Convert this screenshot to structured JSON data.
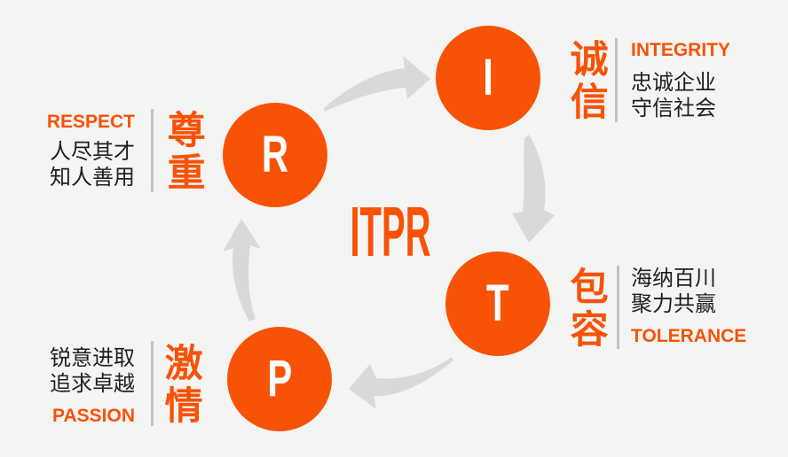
{
  "title": "ITPR",
  "colors": {
    "background": "#f4f4f2",
    "accent": "#f85207",
    "arrow": "#d9d9d9",
    "divider": "#c2c2c2",
    "text_dark": "#1f1f1f",
    "circle_letter": "#ffffff"
  },
  "nodes": [
    {
      "key": "integrity",
      "letter": "I",
      "word_cn": "诚信",
      "word_en": "INTEGRITY",
      "desc_line1": "忠诚企业",
      "desc_line2": "守信社会"
    },
    {
      "key": "tolerance",
      "letter": "T",
      "word_cn": "包容",
      "word_en": "TOLERANCE",
      "desc_line1": "海纳百川",
      "desc_line2": "聚力共赢"
    },
    {
      "key": "passion",
      "letter": "P",
      "word_cn": "激情",
      "word_en": "PASSION",
      "desc_line1": "锐意进取",
      "desc_line2": "追求卓越"
    },
    {
      "key": "respect",
      "letter": "R",
      "word_cn": "尊重",
      "word_en": "RESPECT",
      "desc_line1": "人尽其才",
      "desc_line2": "知人善用"
    }
  ],
  "arrows": [
    {
      "from": "R",
      "to": "I"
    },
    {
      "from": "I",
      "to": "T"
    },
    {
      "from": "T",
      "to": "P"
    },
    {
      "from": "P",
      "to": "R"
    }
  ]
}
